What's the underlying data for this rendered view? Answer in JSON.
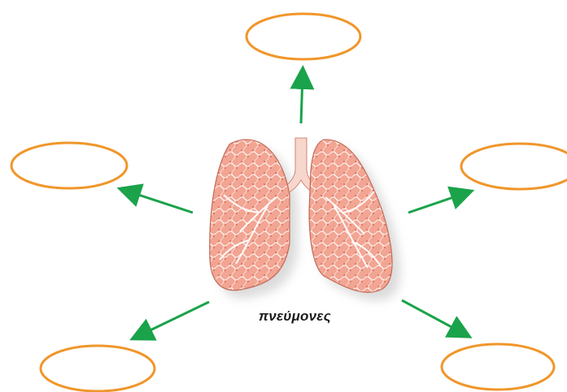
{
  "diagram": {
    "center_label": "πνεύμονες",
    "bubbles": [
      {
        "name": "bubble-top",
        "text": ""
      },
      {
        "name": "bubble-left",
        "text": ""
      },
      {
        "name": "bubble-right",
        "text": ""
      },
      {
        "name": "bubble-bottom-left",
        "text": ""
      },
      {
        "name": "bubble-bottom-right",
        "text": ""
      }
    ]
  },
  "colors": {
    "bubble_stroke": "#f0962a",
    "arrow": "#1aa34a",
    "lung_fill": "#f2a593",
    "lung_edge": "#c26a58",
    "lung_shadow": "#9a9a9a",
    "trachea": "#f7d6cc"
  }
}
